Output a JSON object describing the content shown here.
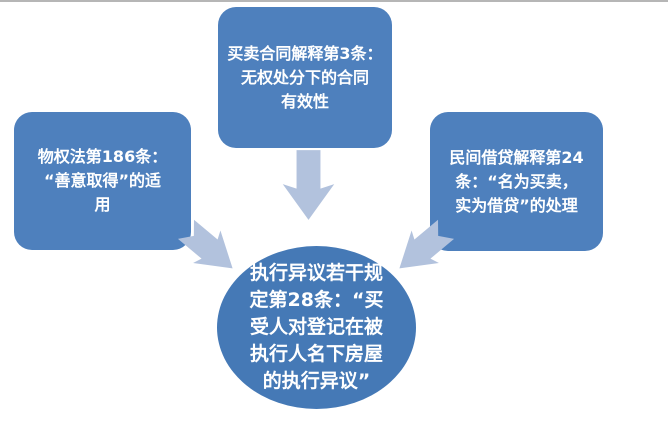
{
  "page": {
    "top_border_color": "#b6b6b6",
    "background": "#ffffff"
  },
  "colors": {
    "box_fill": "#4e80bd",
    "circle_fill": "#4579b6",
    "arrow_fill": "#b2c2dd",
    "text": "#ffffff"
  },
  "icons": {
    "center_arrow": "down-arrow",
    "left_arrow": "diagonal-down-right-arrow",
    "right_arrow": "diagonal-down-left-arrow"
  },
  "boxes": {
    "left": {
      "lines": [
        "物权法第186条：",
        "“善意取得”的适",
        "用"
      ]
    },
    "top": {
      "lines": [
        "买卖合同解释第3条：",
        "无权处分下的合同",
        "有效性"
      ]
    },
    "right": {
      "lines": [
        "民间借贷解释第24",
        "条：“名为买卖，",
        "实为借贷”的处理"
      ]
    }
  },
  "circle": {
    "lines": [
      "执行异议若干规",
      "定第28条：“买",
      "受人对登记在被",
      "执行人名下房屋",
      "的执行异议”"
    ]
  }
}
